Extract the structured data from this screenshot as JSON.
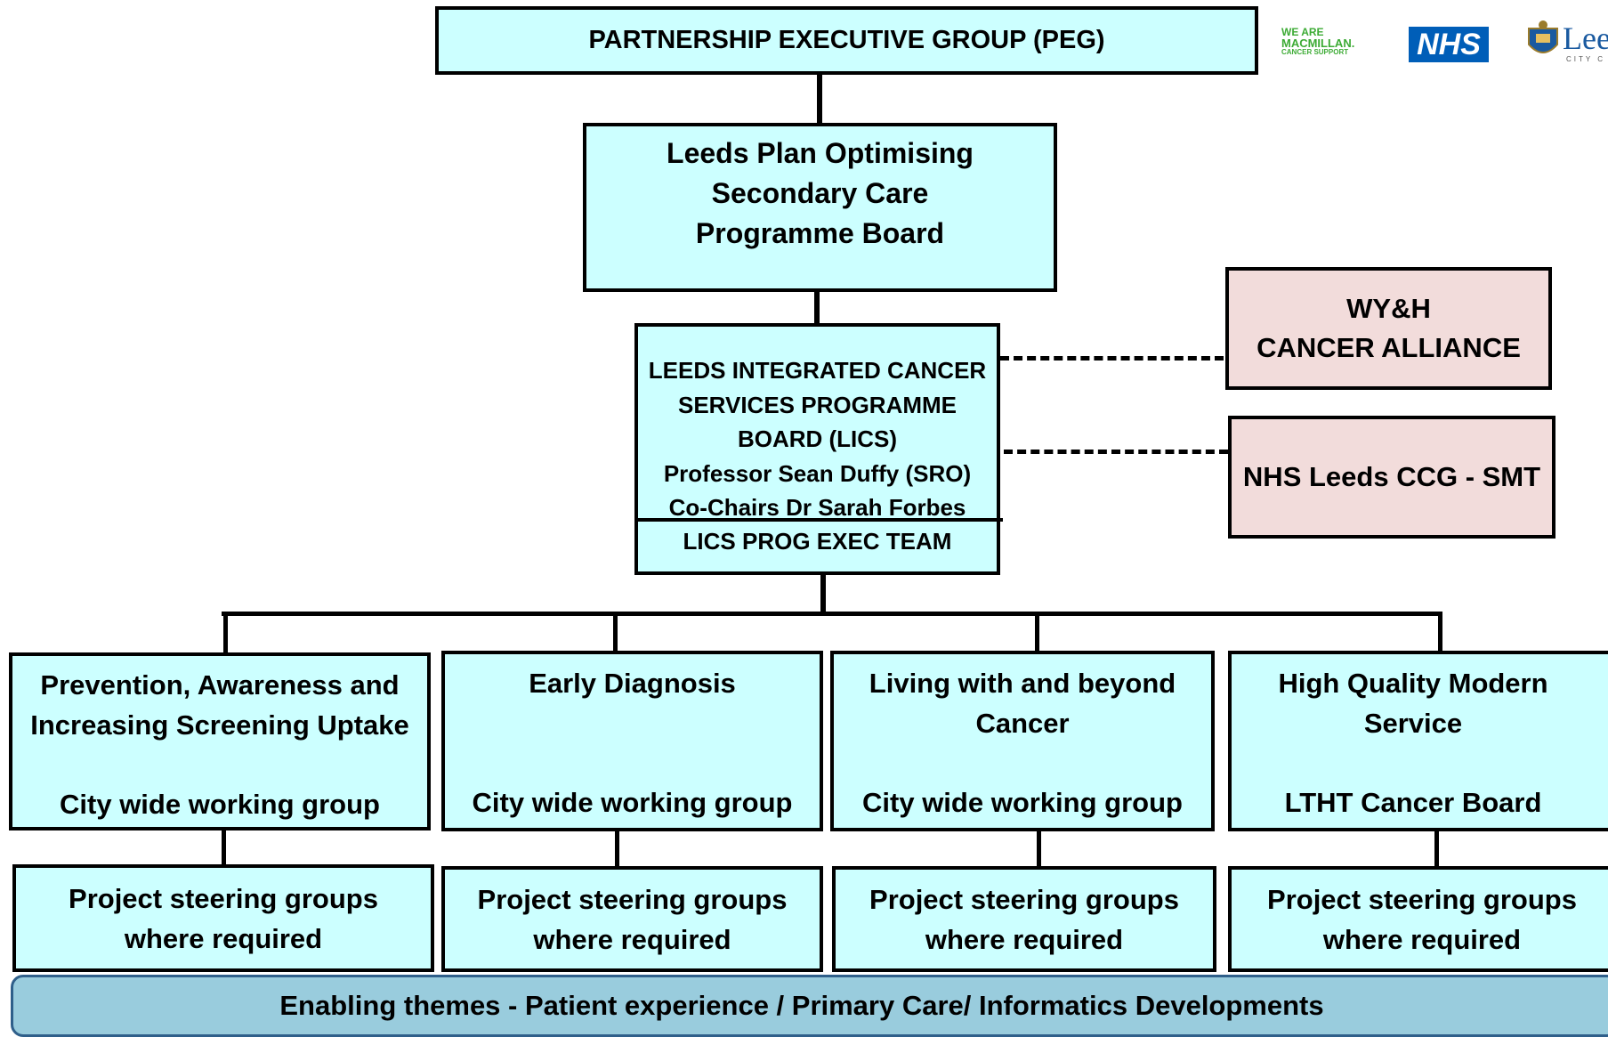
{
  "peg": {
    "title": "PARTNERSHIP EXECUTIVE GROUP (PEG)"
  },
  "programme_board": {
    "lines": [
      "Leeds Plan Optimising",
      "Secondary Care",
      "Programme Board"
    ]
  },
  "lics": {
    "lines": [
      "LEEDS INTEGRATED CANCER",
      "SERVICES PROGRAMME",
      "BOARD (LICS)",
      "Professor Sean Duffy (SRO)",
      "Co-Chairs Dr Sarah Forbes"
    ],
    "exec_team": "LICS PROG EXEC TEAM"
  },
  "alliance": {
    "lines": [
      "WY&H",
      "CANCER ALLIANCE"
    ]
  },
  "ccg": {
    "title": "NHS Leeds CCG - SMT"
  },
  "workstreams": [
    {
      "title_lines": [
        "Prevention, Awareness and",
        "Increasing Screening Uptake"
      ],
      "group": "City wide working group"
    },
    {
      "title_lines": [
        "Early Diagnosis"
      ],
      "group": "City wide working group"
    },
    {
      "title_lines": [
        "Living with and beyond",
        "Cancer"
      ],
      "group": "City wide working group"
    },
    {
      "title_lines": [
        "High Quality Modern",
        "Service"
      ],
      "group": "LTHT Cancer Board"
    }
  ],
  "steering": {
    "lines": [
      "Project steering groups",
      "where required"
    ]
  },
  "enabling": {
    "text": "Enabling themes - Patient experience / Primary Care/ Informatics Developments"
  },
  "logos": {
    "macmillan": {
      "line1": "WE ARE",
      "line2": "MACMILLAN.",
      "line3": "CANCER SUPPORT",
      "color": "#3dab35"
    },
    "nhs": {
      "text": "NHS",
      "color": "#005eb8"
    },
    "leeds": {
      "text": "Lee",
      "sub": "CITY C",
      "color": "#1a5aa0"
    }
  }
}
